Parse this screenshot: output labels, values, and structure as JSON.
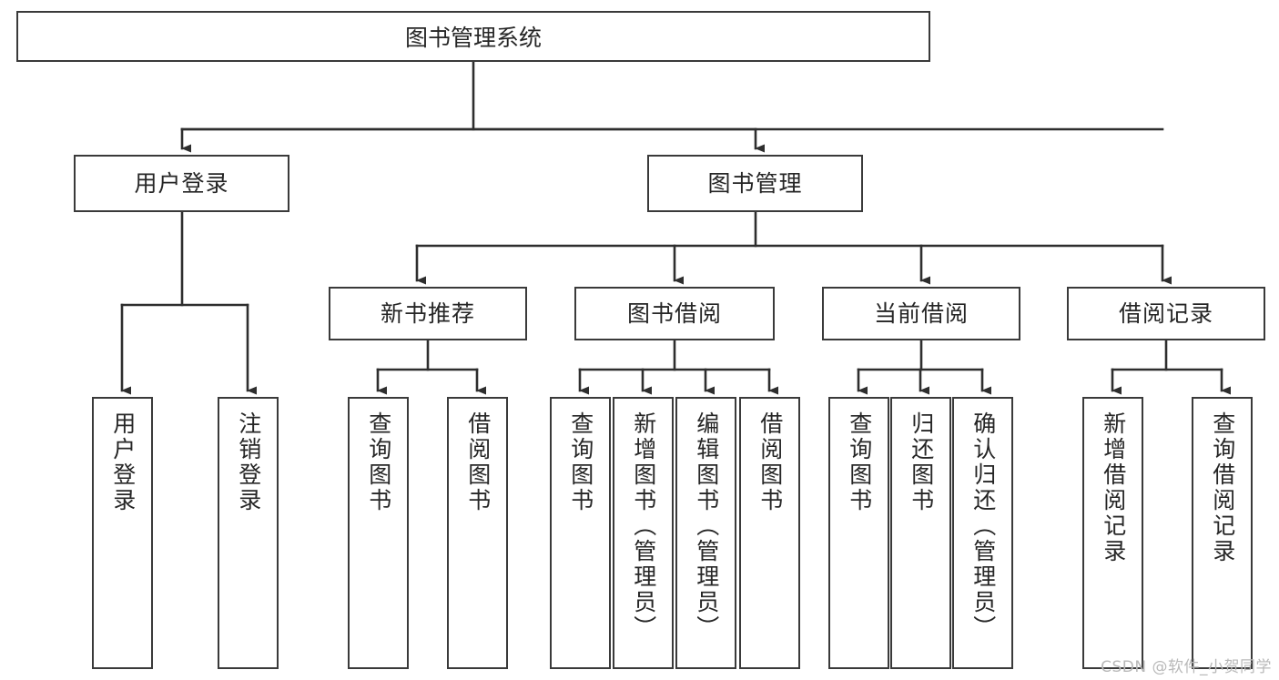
{
  "diagram": {
    "title": "图书管理系统",
    "type": "tree-hierarchy-chart",
    "theme": {
      "stroke": "#3a3a3a",
      "fill": "#ffffff",
      "text": "#262626",
      "background": "#ffffff",
      "watermark_color": "#b9b9b9"
    },
    "root": {
      "label": "图书管理系统"
    },
    "level2": [
      {
        "label": "用户登录"
      },
      {
        "label": "图书管理"
      }
    ],
    "level3": [
      {
        "label": "新书推荐"
      },
      {
        "label": "图书借阅"
      },
      {
        "label": "当前借阅"
      },
      {
        "label": "借阅记录"
      }
    ],
    "leaves": {
      "user_login": [
        {
          "label": "用户登录"
        },
        {
          "label": "注销登录"
        }
      ],
      "new_book_recommend": [
        {
          "label": "查询图书"
        },
        {
          "label": "借阅图书"
        }
      ],
      "book_borrow": [
        {
          "label": "查询图书"
        },
        {
          "label": "新增图书（管理员）"
        },
        {
          "label": "编辑图书（管理员）"
        },
        {
          "label": "借阅图书"
        }
      ],
      "current_borrow": [
        {
          "label": "查询图书"
        },
        {
          "label": "归还图书"
        },
        {
          "label": "确认归还（管理员）"
        }
      ],
      "borrow_record": [
        {
          "label": "新增借阅记录"
        },
        {
          "label": "查询借阅记录"
        }
      ]
    },
    "watermark": "CSDN @软件_小贺同学"
  }
}
